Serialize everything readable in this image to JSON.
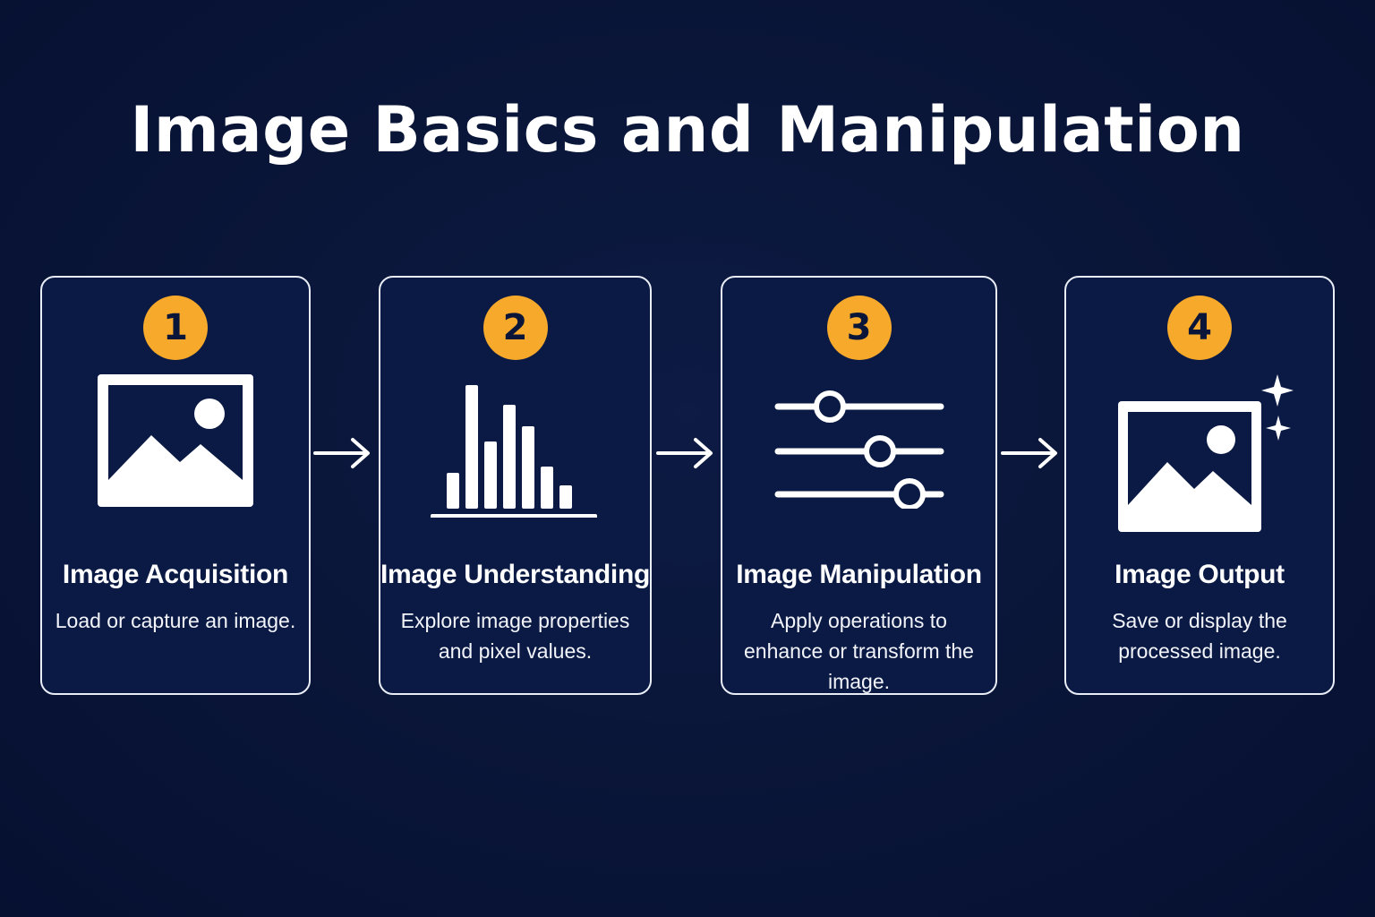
{
  "title": "Image Basics and Manipulation",
  "colors": {
    "background": "#0a1639",
    "card_border": "#e9edf6",
    "badge": "#f6a92a",
    "text": "#ffffff"
  },
  "steps": [
    {
      "number": "1",
      "icon": "image-icon",
      "title": "Image Acquisition",
      "description": "Load or capture an image."
    },
    {
      "number": "2",
      "icon": "histogram-icon",
      "title": "Image Understanding",
      "description": "Explore image properties and pixel values."
    },
    {
      "number": "3",
      "icon": "sliders-icon",
      "title": "Image Manipulation",
      "description": "Apply operations to enhance or transform the image."
    },
    {
      "number": "4",
      "icon": "sparkle-image-icon",
      "title": "Image Output",
      "description": "Save or display the processed image."
    }
  ]
}
